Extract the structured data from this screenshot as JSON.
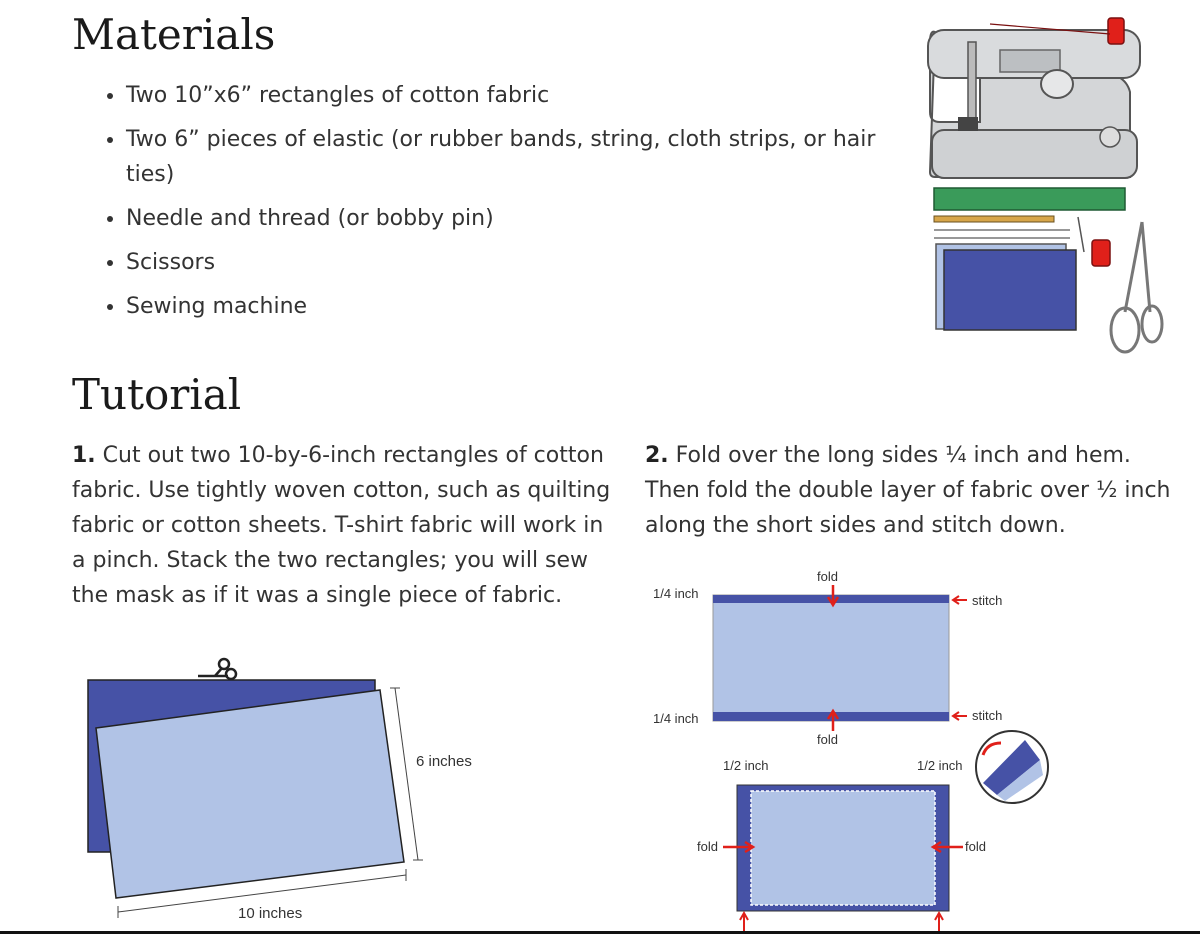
{
  "materials": {
    "heading": "Materials",
    "items": [
      "Two 10”x6” rectangles of cotton fabric",
      "Two 6” pieces of elastic (or rubber bands, string, cloth strips, or hair ties)",
      "Needle and thread (or bobby pin)",
      "Scissors",
      "Sewing machine"
    ]
  },
  "tutorial": {
    "heading": "Tutorial",
    "steps": [
      {
        "num": "1.",
        "text": " Cut out two 10-by-6-inch rectangles of cotton fabric. Use tightly woven cotton, such as quilting fabric or cotton sheets. T-shirt fabric will work in a pinch. Stack the two rectangles; you will sew the mask as if it was a single piece of fabric."
      },
      {
        "num": "2.",
        "text": " Fold over the long sides ¼ inch and hem. Then fold the double layer of fabric over ½ inch along the short sides and stitch down."
      }
    ]
  },
  "diagram1": {
    "height_label": "6 inches",
    "width_label": "10 inches"
  },
  "diagram2": {
    "fold": "fold",
    "quarter_inch": "1/4 inch",
    "stitch": "stitch",
    "half_inch": "1/2 inch"
  },
  "colors": {
    "fabric_dark": "#4652a6",
    "fabric_light": "#b1c3e6",
    "arrow_red": "#e0201a"
  }
}
